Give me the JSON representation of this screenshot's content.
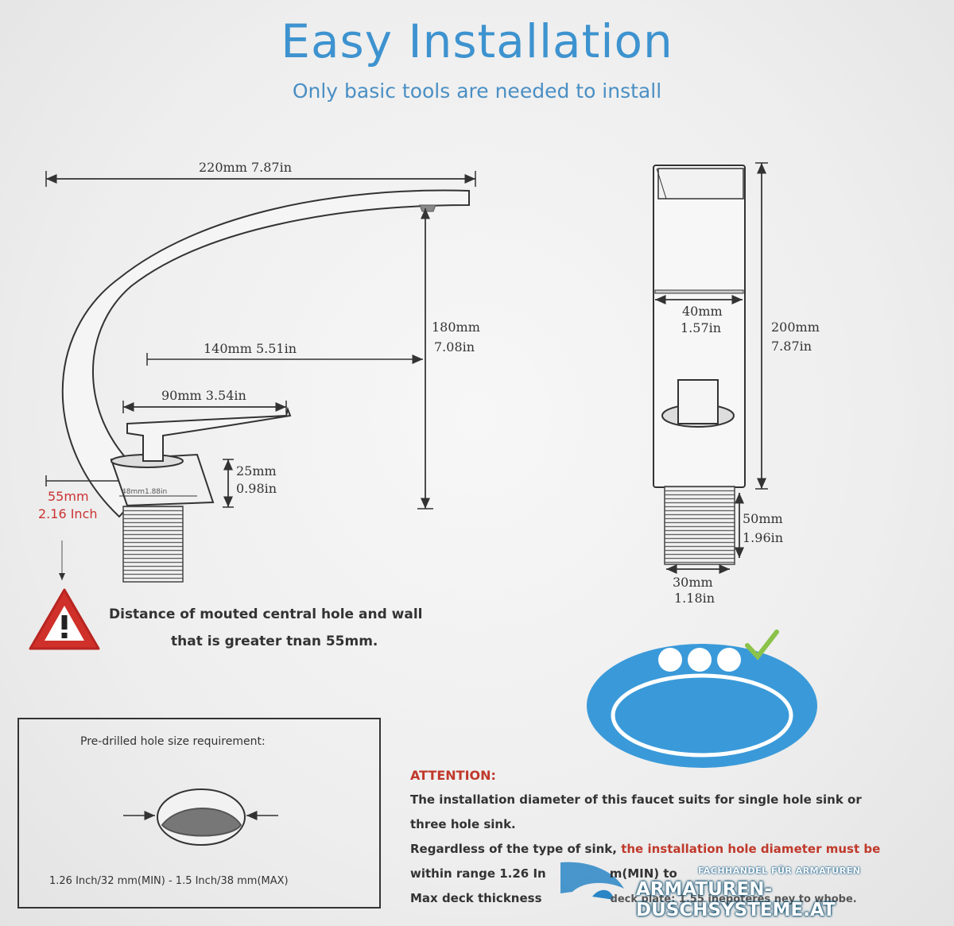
{
  "header": {
    "title": "Easy Installation",
    "subtitle": "Only basic tools are needed to install"
  },
  "side_view": {
    "width": "220mm  7.87in",
    "height_mm": "180mm",
    "height_in": "7.08in",
    "reach": "140mm  5.51in",
    "handle": "90mm 3.54in",
    "base_height_mm": "25mm",
    "base_height_in": "0.98in",
    "base_width": "48mm1.88in",
    "wall_mm": "55mm",
    "wall_in": "2.16 Inch"
  },
  "front_view": {
    "width_mm": "40mm",
    "width_in": "1.57in",
    "height_mm": "200mm",
    "height_in": "7.87in",
    "thread_mm": "50mm",
    "thread_in": "1.96in",
    "thread_dia_mm": "30mm",
    "thread_dia_in": "1.18in"
  },
  "warning": {
    "line1": "Distance of mouted central hole and wall",
    "line2": "that is greater tnan 55mm.",
    "icon": "warning-triangle-icon"
  },
  "requirement": {
    "title": "Pre-drilled hole size requirement:",
    "range": "1.26 Inch/32 mm(MIN) - 1.5 Inch/38 mm(MAX)"
  },
  "attention": {
    "title": "ATTENTION:",
    "line1": "The installation diameter of this faucet suits for single hole sink or",
    "line2": "three hole sink.",
    "line3a": "Regardless of the type of sink, ",
    "line3b": "the installation hole diameter must be",
    "line4": "within range 1.26 In",
    "line4b": "m(MIN) to",
    "line5": "Max deck thickness",
    "line5b": "deck plate: 1.55 inepoteres ney to whobe."
  },
  "watermark": {
    "top": "FACHHANDEL FÜR ARMATUREN",
    "main": "ARMATUREN-DUSCHSYSTEME.AT"
  },
  "colors": {
    "title": "#3d93cf",
    "warning_red": "#c0392b",
    "sink_blue": "#3a9ad9",
    "check_green": "#8bc34a"
  }
}
